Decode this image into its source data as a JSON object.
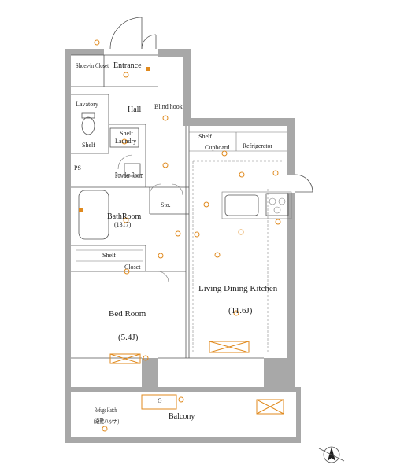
{
  "labels": {
    "shoes_in_closet": "Shoes-in Closet",
    "entrance": "Entrance",
    "lavatory": "Lavatory",
    "hall": "Hall",
    "blind_hook": "Blind hook",
    "shelf_upper": "Shelf",
    "laundry": "Laundry",
    "shelf_small": "Shelf",
    "ps": "PS",
    "powder_room": "Powder Room",
    "sto": "Sto.",
    "bathroom": "BathRoom",
    "bathroom_size": "(1317)",
    "shelf_lower": "Shelf",
    "closet": "Closet",
    "bed_room": "Bed Room",
    "bed_room_size": "(5.4J)",
    "shelf_kitchen": "Shelf",
    "cupboard": "Cupboard",
    "refrigerator": "Refrigerator",
    "ldk": "Living Dining Kitchen",
    "ldk_size": "(11.6J)",
    "refuge_hatch": "Refuge Hatch",
    "refuge_hatch_jp": "(避難ハッチ)",
    "balcony": "Balcony",
    "g_mark": "G"
  },
  "colors": {
    "wall": "#a8a8a8",
    "line": "#555555",
    "electrical": "#e08a1e"
  },
  "icons": [
    "north-arrow-icon",
    "door-icon",
    "toilet-icon",
    "bathtub-icon",
    "sink-icon",
    "stove-icon"
  ]
}
